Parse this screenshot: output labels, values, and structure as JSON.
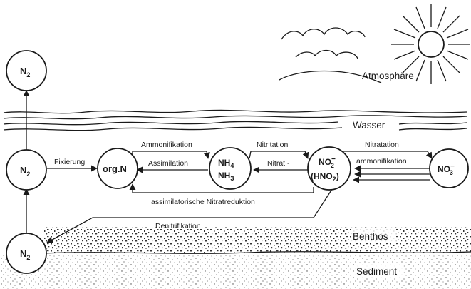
{
  "zones": {
    "atmosphere": "Atmosphäre",
    "water": "Wasser",
    "benthos": "Benthos",
    "sediment": "Sediment"
  },
  "nodes": {
    "n2_atmosphere": {
      "main": "N",
      "sub": "2"
    },
    "n2_water": {
      "main": "N",
      "sub": "2"
    },
    "n2_sediment": {
      "main": "N",
      "sub": "2"
    },
    "org_n": "org.N",
    "nh4": {
      "main": "NH",
      "sub": "4"
    },
    "nh3": {
      "main": "NH",
      "sub": "3"
    },
    "no2": {
      "main": "NO",
      "sup": "−",
      "sub": "2"
    },
    "hno2": {
      "open": "(HNO",
      "sub": "2",
      "close": ")"
    },
    "no3": {
      "main": "NO",
      "sup": "−",
      "sub": "3"
    }
  },
  "processes": {
    "fixierung": "Fixierung",
    "ammonifikation": "Ammonifikation",
    "assimilation": "Assimilation",
    "nitritation": "Nitritation",
    "nitrat": "Nitrat -",
    "nitratation": "Nitratation",
    "ammonifikation2": "ammonifikation",
    "assim_nitratreduktion": "assimilatorische Nitratreduktion",
    "denitrifikation": "Denitrifikation"
  },
  "icons": [
    "sun-icon",
    "cloud-icon"
  ]
}
